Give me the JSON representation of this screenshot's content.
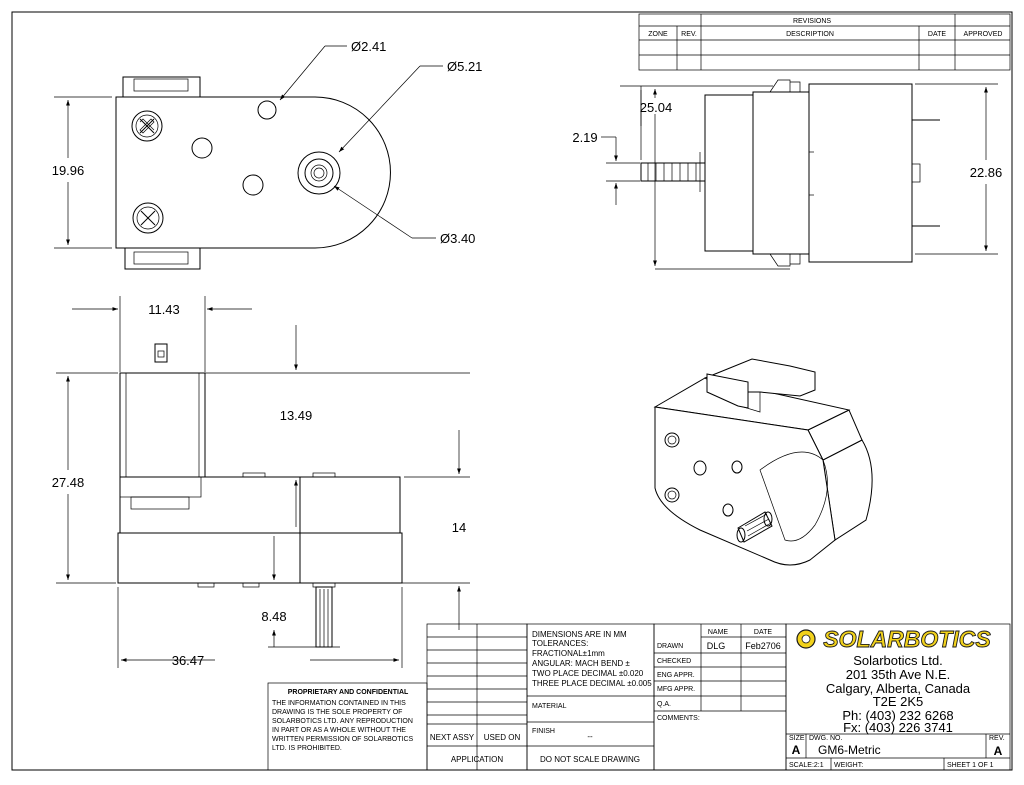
{
  "revisions": {
    "title": "REVISIONS",
    "zone": "ZONE",
    "rev": "REV.",
    "description": "DESCRIPTION",
    "date": "DATE",
    "approved": "APPROVED"
  },
  "dimensions": {
    "hole_small": "Ø2.41",
    "hole_large": "Ø5.21",
    "shaft": "Ø3.40",
    "height_front": "19.96",
    "side_length": "25.04",
    "side_shaft_offset": "2.19",
    "side_height": "22.86",
    "motor_width": "11.43",
    "terminal_height": "13.49",
    "total_height": "27.48",
    "gearbox_height": "14",
    "shaft_length": "8.48",
    "total_length": "36.47"
  },
  "title_block": {
    "dimensions_note": "DIMENSIONS ARE IN MM",
    "tolerances": "TOLERANCES:",
    "fractional": "FRACTIONAL±1mm",
    "angular": "ANGULAR: MACH    BEND ±",
    "two_place": "TWO PLACE DECIMAL    ±0.020",
    "three_place": "THREE PLACE DECIMAL   ±0.005",
    "name_header": "NAME",
    "date_header": "DATE",
    "drawn": "DRAWN",
    "drawn_name": "DLG",
    "drawn_date": "Feb2706",
    "checked": "CHECKED",
    "eng_appr": "ENG APPR.",
    "mfg_appr": "MFG APPR.",
    "qa": "Q.A.",
    "comments": "COMMENTS:",
    "material": "MATERIAL",
    "finish": "FINISH",
    "finish_value": "--",
    "next_assy": "NEXT ASSY",
    "used_on": "USED ON",
    "application": "APPLICATION",
    "do_not_scale": "DO NOT SCALE DRAWING",
    "proprietary_title": "PROPRIETARY AND CONFIDENTIAL",
    "proprietary_lines": [
      "THE INFORMATION CONTAINED IN THIS",
      "DRAWING IS THE SOLE PROPERTY OF",
      "SOLARBOTICS LTD.  ANY REPRODUCTION",
      "IN PART OR AS A WHOLE WITHOUT THE",
      "WRITTEN PERMISSION OF SOLARBOTICS",
      "LTD.  IS PROHIBITED."
    ],
    "logo_text": "SOLARBOTICS",
    "company_lines": [
      "Solarbotics Ltd.",
      "201 35th Ave N.E.",
      "Calgary, Alberta, Canada",
      "T2E 2K5",
      "Ph: (403) 232 6268",
      "Fx: (403) 226 3741"
    ],
    "size_label": "SIZE",
    "size_value": "A",
    "dwg_label": "DWG.  NO.",
    "dwg_value": "GM6-Metric",
    "rev_label": "REV.",
    "rev_value": "A",
    "scale": "SCALE:2:1",
    "weight": "WEIGHT:",
    "sheet": "SHEET 1 OF 1"
  },
  "colors": {
    "logo_fill": "#f2d21c",
    "logo_stroke": "#1a1a1a"
  }
}
